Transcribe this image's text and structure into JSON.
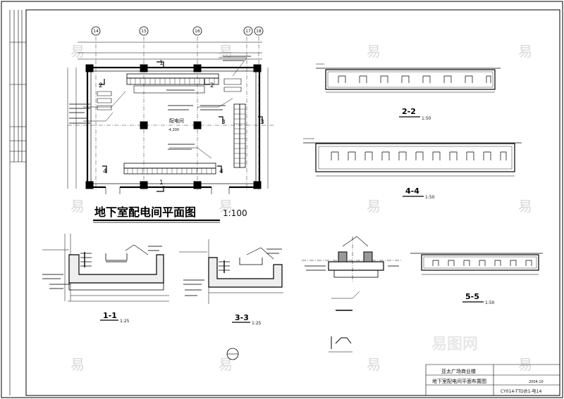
{
  "plan": {
    "title": "地下室配电间平面图",
    "scale": "1:100",
    "room_label": "配电间",
    "axes": [
      "14",
      "15",
      "16",
      "17",
      "18"
    ],
    "section_marks": [
      "1",
      "1",
      "2",
      "2",
      "3",
      "3",
      "4",
      "4"
    ],
    "elevation": "-4.200"
  },
  "sections": [
    {
      "label": "2-2",
      "scale": "1:50"
    },
    {
      "label": "4-4",
      "scale": "1:50"
    },
    {
      "label": "5-5",
      "scale": "1:50"
    },
    {
      "label": "1-1",
      "scale": "1:25"
    },
    {
      "label": "3-3",
      "scale": "1:25"
    }
  ],
  "title_block": {
    "project": "亚太广场商业楼",
    "drawing_name": "地下室配电间平面布置图",
    "drawing_no": "CY014-TTD总1-电14",
    "date": "2004.10"
  },
  "watermark": {
    "glyph": "易",
    "brand": "易图网"
  }
}
